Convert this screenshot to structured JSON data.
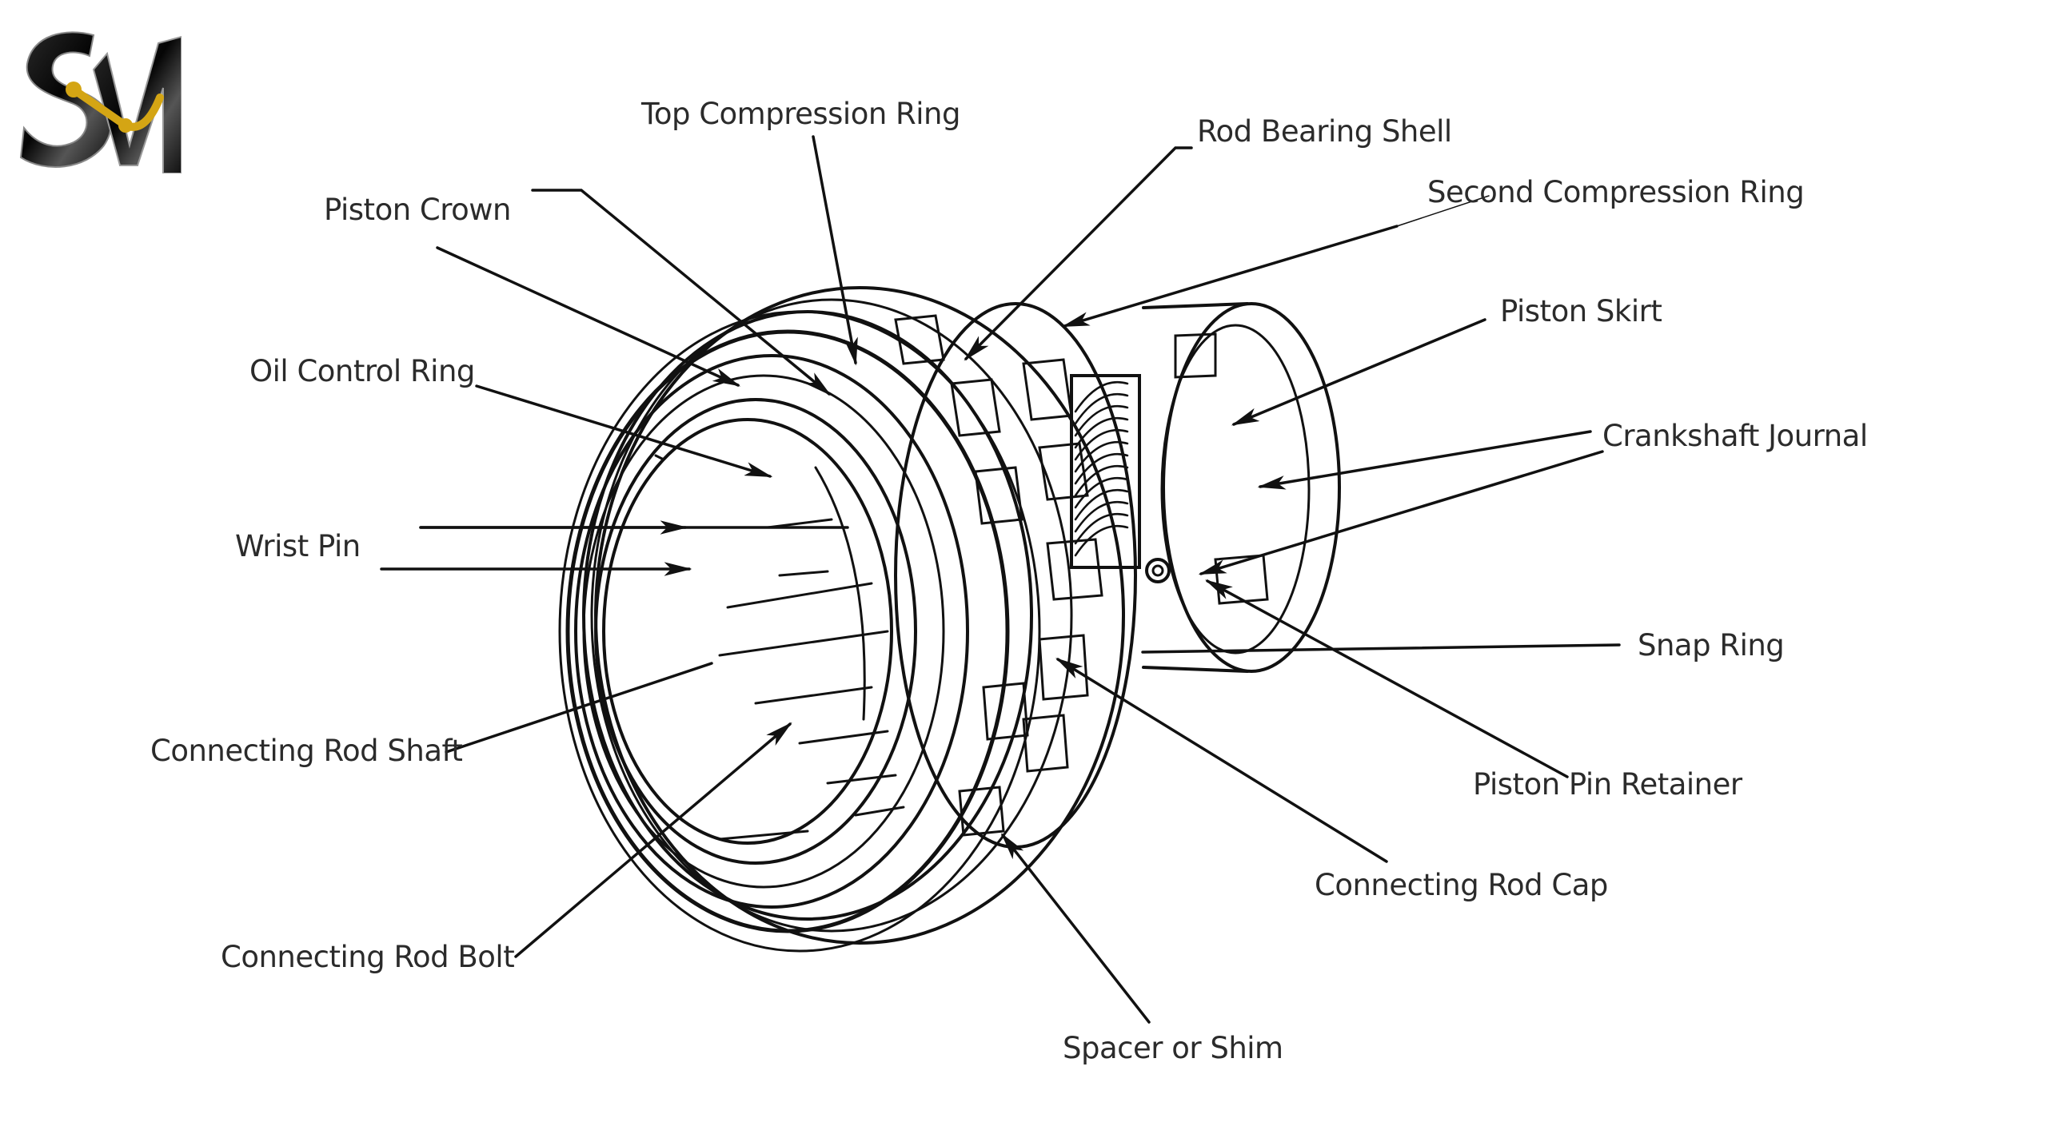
{
  "diagram": {
    "subject": "Piston and connecting rod assembly",
    "logo": {
      "text": "SM",
      "name": "sm-logo",
      "accent_color": "#d4a514",
      "primary_color": "#111111"
    },
    "labels": [
      {
        "id": "top-compression-ring",
        "text": "Top Compression Ring"
      },
      {
        "id": "rod-bearing-shell",
        "text": "Rod Bearing Shell"
      },
      {
        "id": "second-compression-ring",
        "text": "Second Compression Ring"
      },
      {
        "id": "piston-crown",
        "text": "Piston Crown"
      },
      {
        "id": "piston-skirt",
        "text": "Piston Skirt"
      },
      {
        "id": "oil-control-ring",
        "text": "Oil Control Ring"
      },
      {
        "id": "crankshaft-journal",
        "text": "Crankshaft Journal"
      },
      {
        "id": "wrist-pin",
        "text": "Wrist Pin"
      },
      {
        "id": "snap-ring",
        "text": "Snap Ring"
      },
      {
        "id": "connecting-rod-shaft",
        "text": "Connecting Rod Shaft"
      },
      {
        "id": "piston-pin-retainer",
        "text": "Piston Pin Retainer"
      },
      {
        "id": "connecting-rod-cap",
        "text": "Connecting Rod Cap"
      },
      {
        "id": "connecting-rod-bolt",
        "text": "Connecting Rod Bolt"
      },
      {
        "id": "spacer-or-shim",
        "text": "Spacer or Shim"
      }
    ],
    "colors": {
      "ink": "#111111",
      "label_text": "#2b2b2b",
      "background": "#ffffff"
    }
  }
}
